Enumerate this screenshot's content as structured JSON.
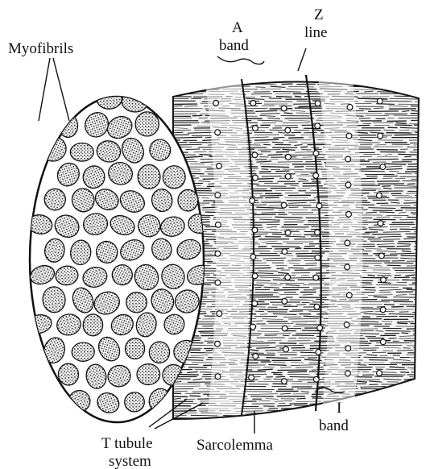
{
  "labels": {
    "myofibrils": "Myofibrils",
    "a_band_letter": "A",
    "a_band_word": "band",
    "z_line_letter": "Z",
    "z_line_word": "line",
    "t_tubule_line1": "T tubule",
    "t_tubule_line2": "system",
    "sarcolemma": "Sarcolemma",
    "i_band_letter": "I",
    "i_band_word": "band"
  },
  "colors": {
    "ink": "#111111",
    "paper": "#ffffff"
  }
}
